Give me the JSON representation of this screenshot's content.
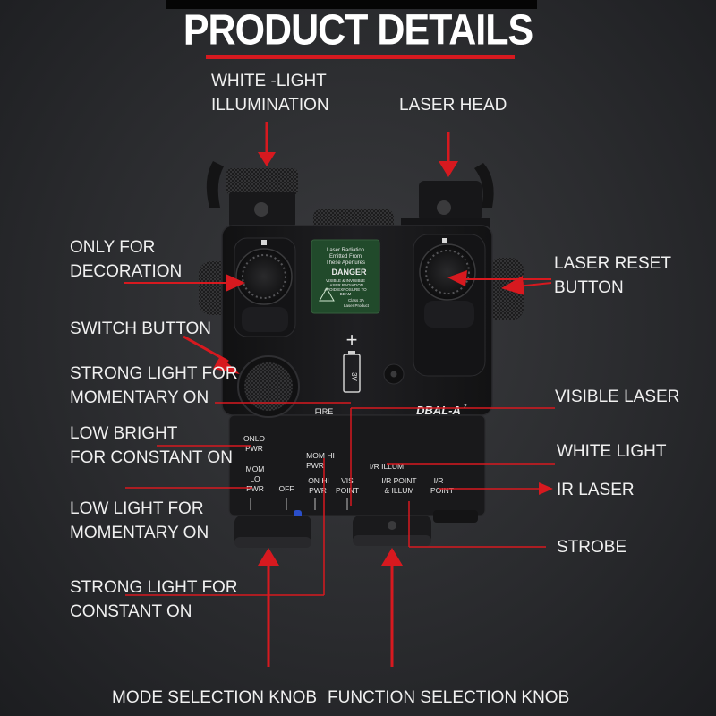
{
  "title": "PRODUCT DETAILS",
  "colors": {
    "accent": "#d7191f",
    "background": "#2a2b2e",
    "device": "#1b1b1d",
    "text": "#f0f0f0"
  },
  "callouts": {
    "white_light_illumination": [
      "WHITE -LIGHT",
      "ILLUMINATION"
    ],
    "laser_head": [
      "LASER HEAD"
    ],
    "only_for_decoration": [
      "ONLY  FOR",
      "DECORATION"
    ],
    "laser_reset_button": [
      "LASER RESET",
      "BUTTON"
    ],
    "switch_button": [
      "SWITCH  BUTTON"
    ],
    "strong_light_momentary": [
      "STRONG LIGHT FOR",
      "MOMENTARY ON"
    ],
    "visible_laser": [
      "VISIBLE LASER"
    ],
    "low_bright_constant": [
      "LOW BRIGHT",
      "FOR CONSTANT ON"
    ],
    "white_light": [
      "WHITE LIGHT"
    ],
    "ir_laser": [
      "IR LASER"
    ],
    "low_light_momentary": [
      "LOW LIGHT FOR",
      "MOMENTARY ON"
    ],
    "strobe": [
      "STROBE"
    ],
    "strong_light_constant": [
      "STRONG LIGHT FOR",
      "CONSTANT ON"
    ],
    "mode_selection_knob": [
      "MODE SELECTION KNOB"
    ],
    "function_selection_knob": [
      "FUNCTION SELECTION KNOB"
    ]
  },
  "device": {
    "fire_label": "FIRE",
    "model_label": "DBAL-A",
    "model_superscript": "2",
    "battery_plus": "+",
    "battery_label": "3V",
    "warning_panel": {
      "lines": [
        "Laser Radiation",
        "Emitted From",
        "These Apertures"
      ],
      "danger": "DANGER",
      "small_lines": [
        "VISIBLE & INVISIBLE",
        "LASER RADIATION",
        "AVOID EXPOSURE TO",
        "BEAM"
      ],
      "class_lines": [
        "Class 3A",
        "Laser Product"
      ]
    },
    "mode_switch": {
      "row1": [
        "ON",
        "LO",
        "PWR"
      ],
      "row2": [
        "MOM",
        "LO",
        "PWR",
        "OFF"
      ],
      "row3": [
        "MOM",
        "HI",
        "PWR"
      ],
      "row4": [
        "ON",
        "HI",
        "PWR"
      ],
      "vis_point": [
        "VIS",
        "POINT"
      ]
    },
    "function_switch": {
      "ir_illum": "I/R ILLUM",
      "ir_point_illum": [
        "I/R POINT",
        "& ILLUM"
      ],
      "ir_point": [
        "I/R",
        "POINT"
      ]
    }
  }
}
